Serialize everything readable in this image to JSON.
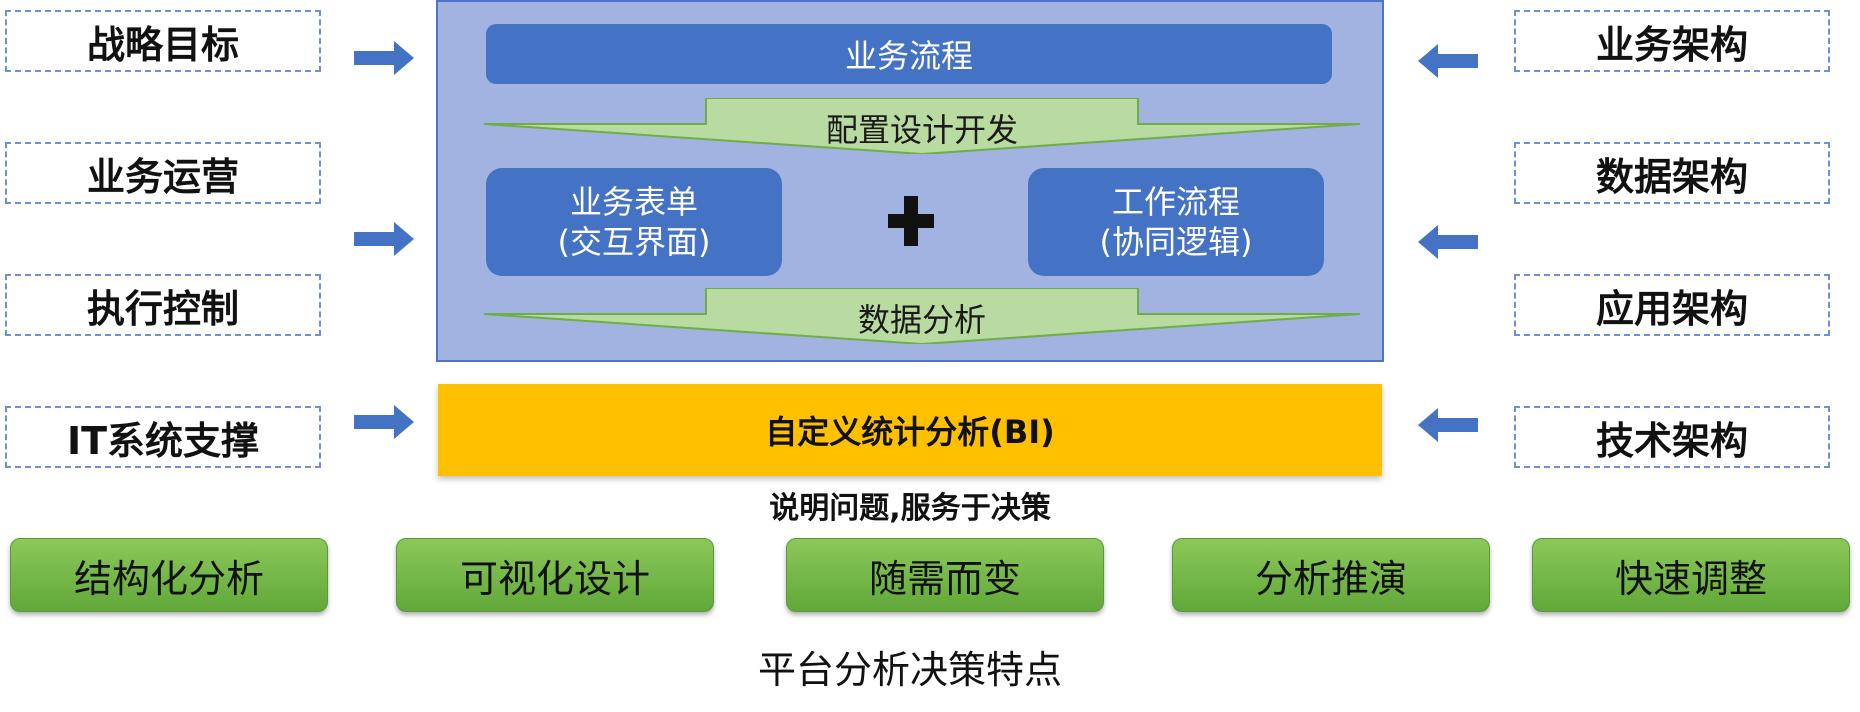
{
  "left_items": [
    "战略目标",
    "业务运营",
    "执行控制",
    "IT系统支撑"
  ],
  "right_items": [
    "业务架构",
    "数据架构",
    "应用架构",
    "技术架构"
  ],
  "center": {
    "top_bar": "业务流程",
    "arrow1_label": "配置设计开发",
    "box_left": {
      "line1": "业务表单",
      "line2": "(交互界面)"
    },
    "box_right": {
      "line1": "工作流程",
      "line2": "(协同逻辑)"
    },
    "arrow2_label": "数据分析",
    "bi_bar": "自定义统计分析(BI)"
  },
  "subtitle": "说明问题,服务于决策",
  "features": [
    "结构化分析",
    "可视化设计",
    "随需而变",
    "分析推演",
    "快速调整"
  ],
  "footer": "平台分析决策特点",
  "colors": {
    "panel": "#a3b3e1",
    "blue": "#4472c4",
    "green": "#70ad47",
    "yellow": "#ffc000",
    "light_green": "#b9dba2"
  }
}
